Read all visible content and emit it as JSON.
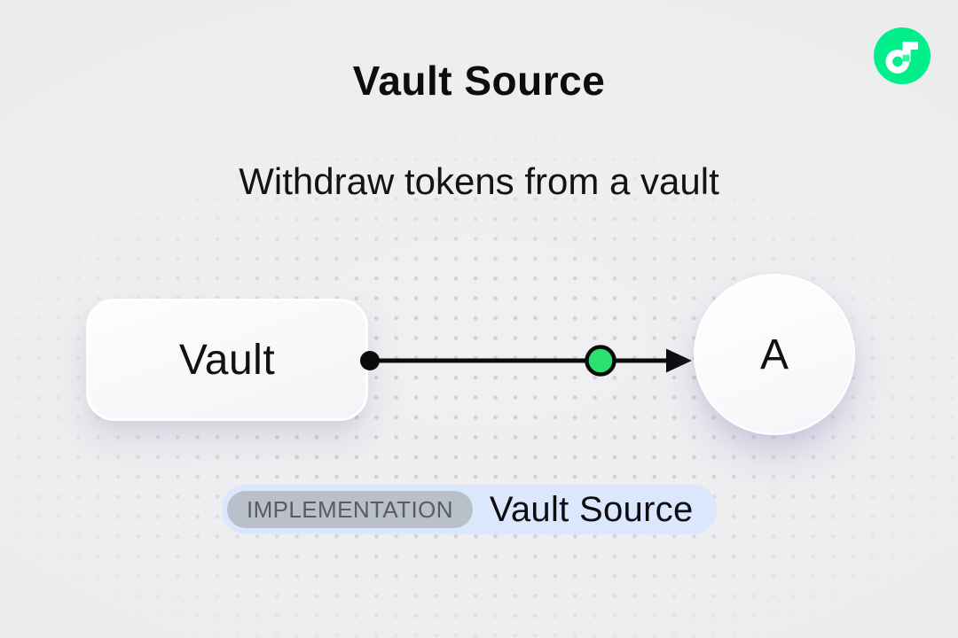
{
  "page": {
    "title": "Vault Source",
    "subtitle": "Withdraw tokens from a vault"
  },
  "logo": {
    "name": "flow-blockchain-logo",
    "brand_green": "#00ef8b"
  },
  "diagram": {
    "source_node_label": "Vault",
    "target_node_label": "A",
    "connector": {
      "line_color": "#0b0b0d",
      "token_dot_color": "#2ce26f",
      "start_dot_color": "#0b0b0d"
    }
  },
  "footer_badge": {
    "tag": "IMPLEMENTATION",
    "label": "Vault Source",
    "badge_bg": "#dae7fc",
    "tag_bg": "#b9c0ca",
    "tag_text_color": "#575c65"
  },
  "colors": {
    "background": "#eeeef0",
    "dot_grid": "#d0d0d5"
  }
}
